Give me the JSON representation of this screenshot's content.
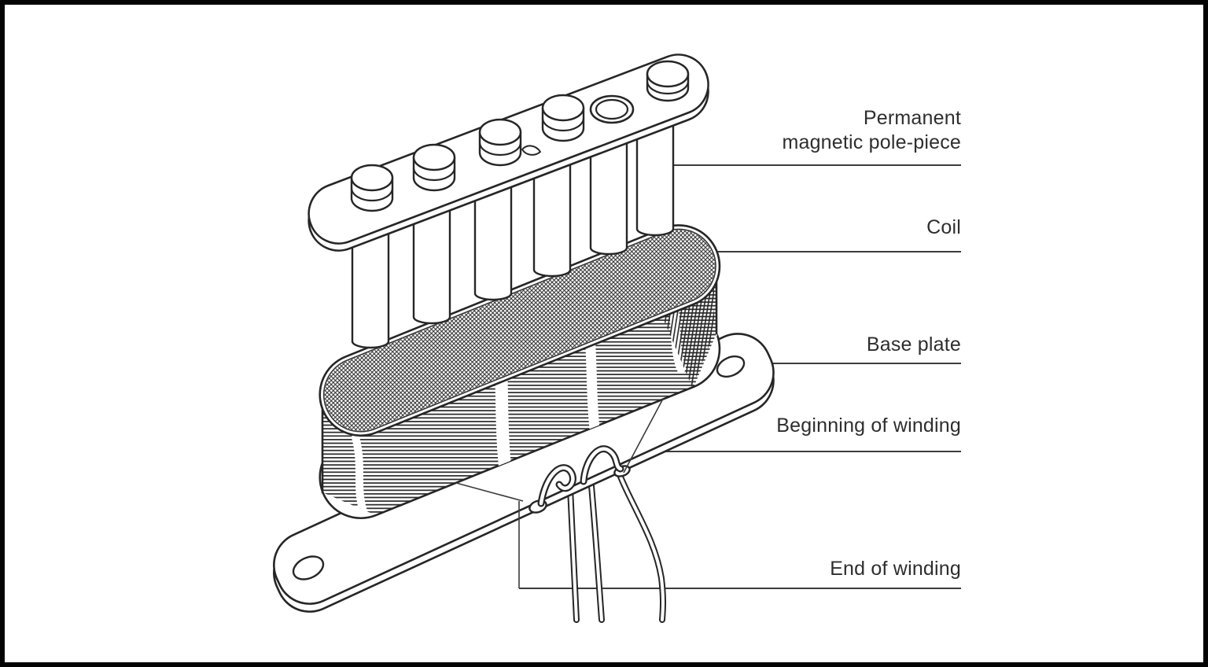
{
  "figure": {
    "description": "Exploded line drawing of a single-coil electric guitar pickup"
  },
  "labels": {
    "pole_piece": {
      "line1": "Permanent",
      "line2": "magnetic pole-piece"
    },
    "coil": "Coil",
    "base_plate": "Base plate",
    "beginning_of_winding": "Beginning of winding",
    "end_of_winding": "End of winding"
  },
  "colors": {
    "paper": "#ffffff",
    "ink": "#262626",
    "label_text": "#2e2e2e",
    "leader_line": "#3c3c3c",
    "frame": "#040404"
  }
}
